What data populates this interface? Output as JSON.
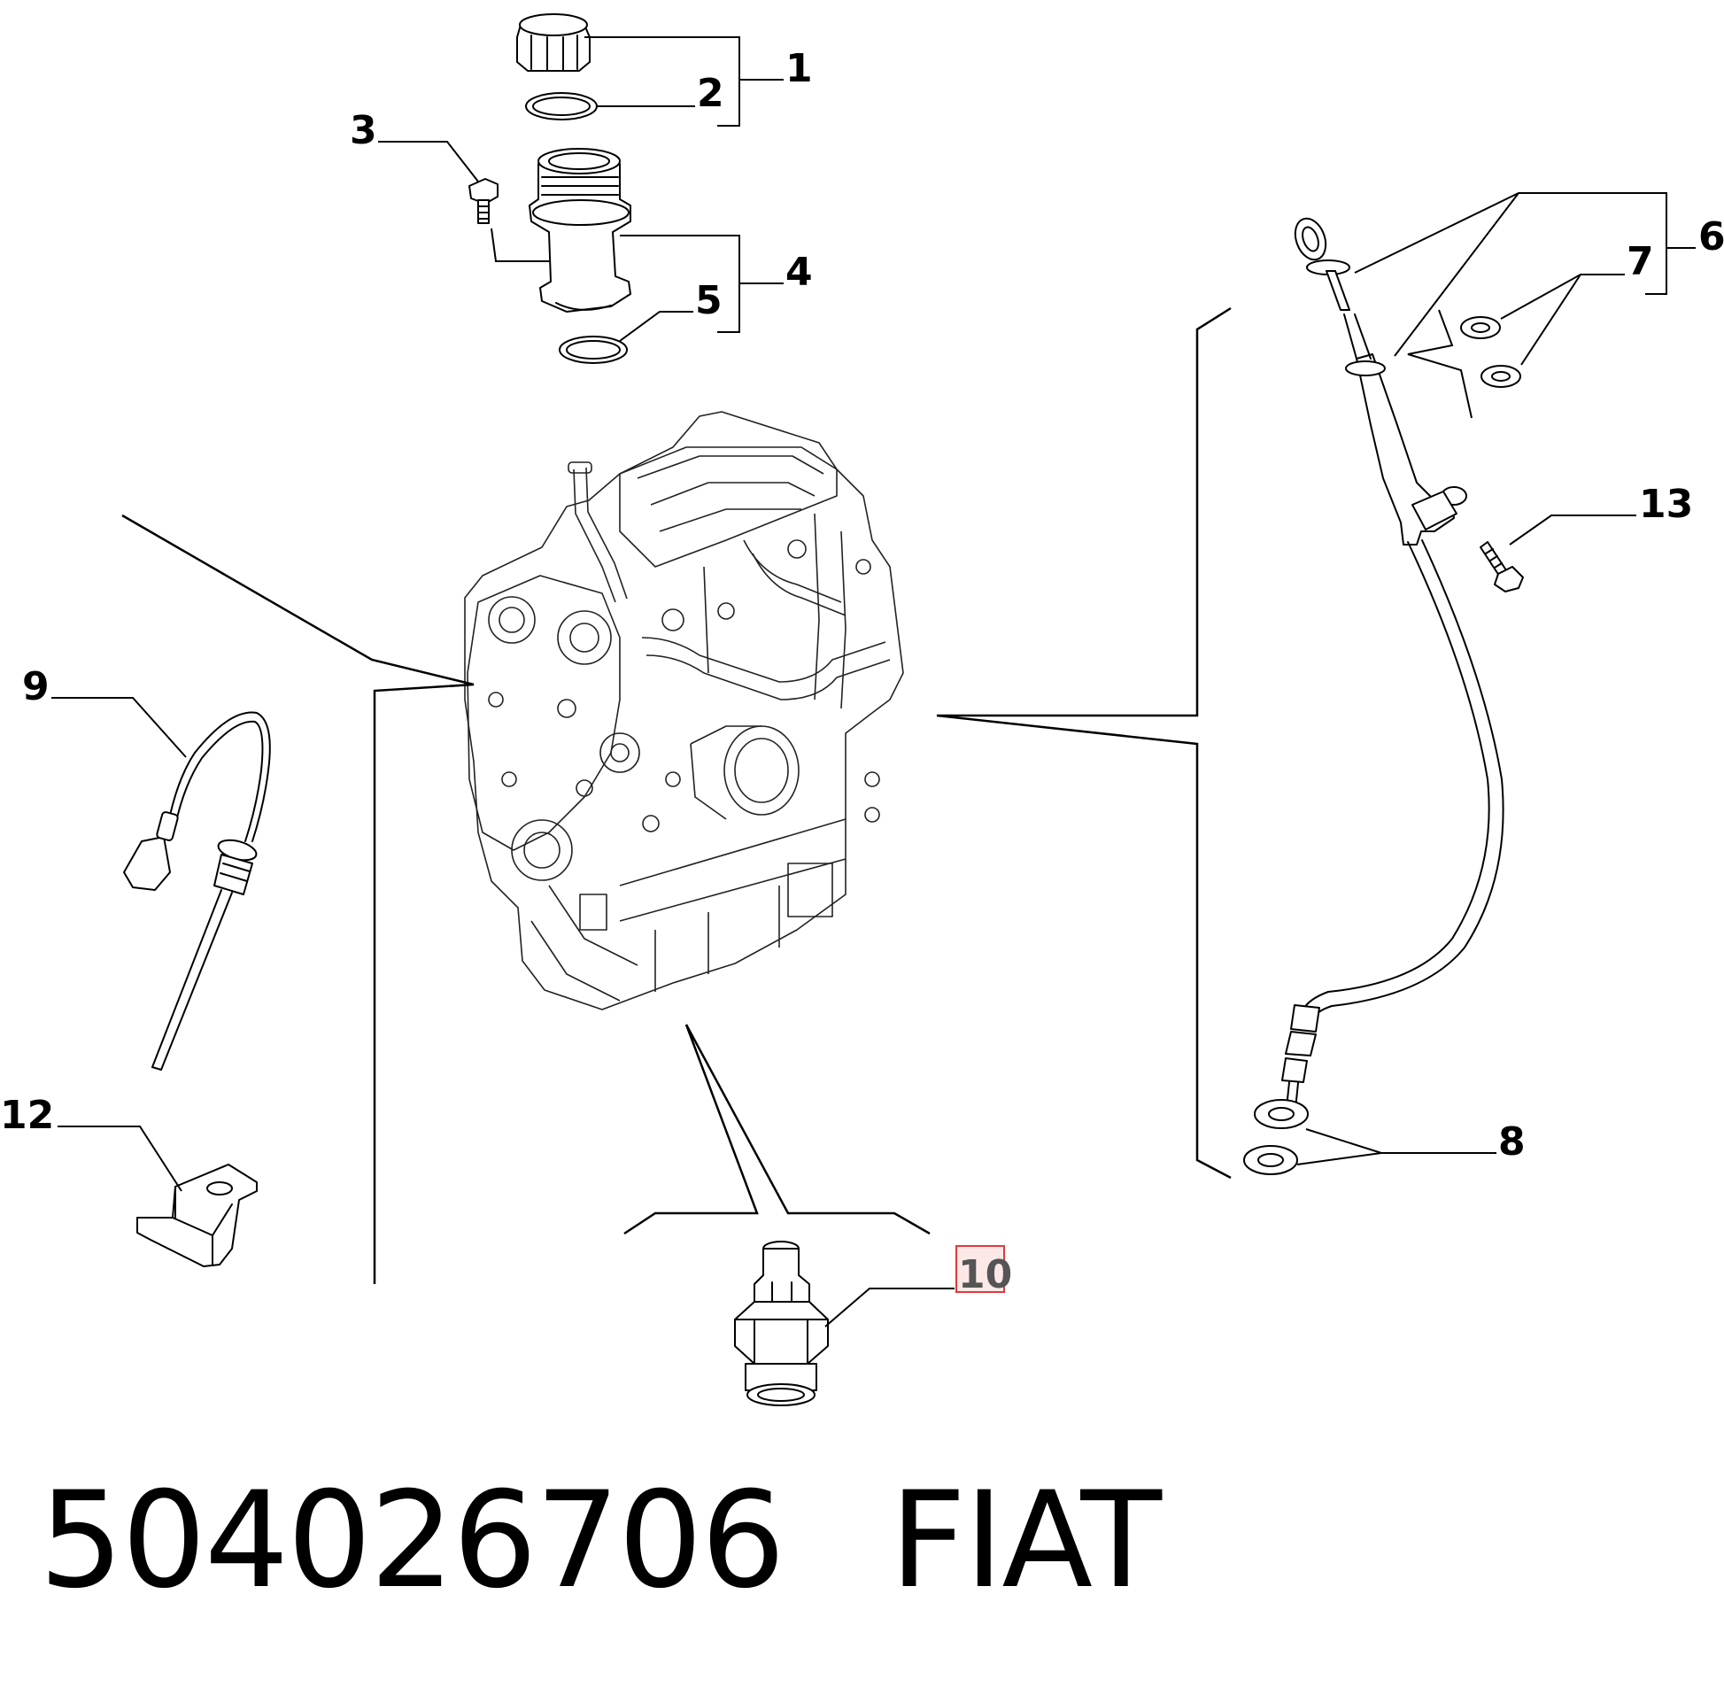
{
  "callouts": {
    "c1": "1",
    "c2": "2",
    "c3": "3",
    "c4": "4",
    "c5": "5",
    "c6": "6",
    "c7": "7",
    "c8": "8",
    "c9": "9",
    "c10": "10",
    "c12": "12",
    "c13": "13"
  },
  "highlighted_callout": "10",
  "footer": {
    "part_number": "504026706",
    "brand": "FIAT"
  },
  "colors": {
    "highlight_fill": "#fde8e8",
    "highlight_stroke": "#e03a3a",
    "line": "#000000"
  }
}
